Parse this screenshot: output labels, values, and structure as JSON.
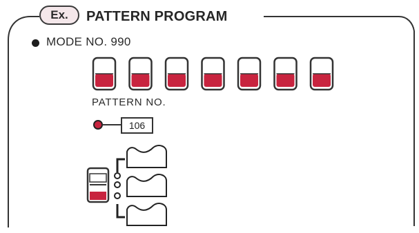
{
  "badge": {
    "label": "Ex."
  },
  "title": "PATTERN PROGRAM",
  "mode": {
    "label": "MODE NO. 990"
  },
  "display": {
    "digit_count": 7,
    "digit_lit_fraction": 0.5
  },
  "pattern": {
    "label": "PATTERN NO.",
    "value": "106",
    "indicator_color": "#c8243f"
  },
  "selector": {
    "icon": "pattern-slot-selector-icon",
    "option_count": 3
  },
  "colors": {
    "accent": "#c8243f",
    "ink": "#2a2a2a",
    "badge_fill": "#f4e7ea"
  }
}
